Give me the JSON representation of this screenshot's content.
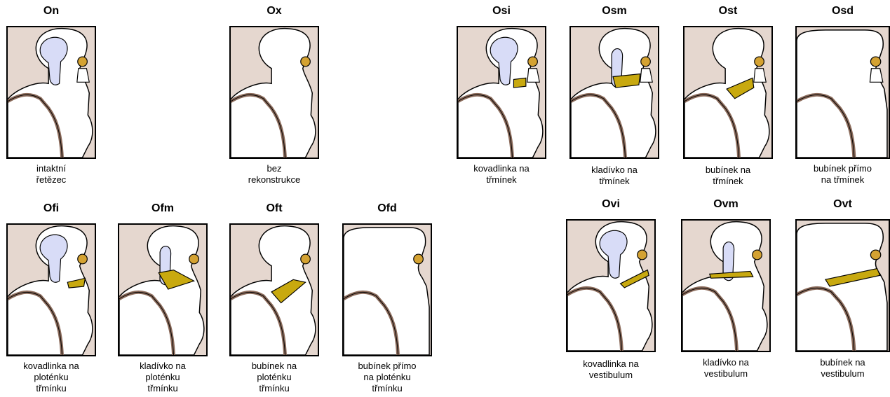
{
  "colors": {
    "tissue": "#e5d7cf",
    "bone_outline": "#8a6a5a",
    "ossicle": "#d8dcf7",
    "prosthesis": "#c8a90f",
    "stapes_head": "#d4a232"
  },
  "panels": [
    {
      "id": "On",
      "title": "On",
      "caption": [
        "intaktní",
        "řetězec"
      ]
    },
    {
      "id": "Ox",
      "title": "Ox",
      "caption": [
        "bez",
        "rekonstrukce"
      ]
    },
    {
      "id": "Osi",
      "title": "Osi",
      "caption": [
        "kovadlinka na",
        "třmínek"
      ]
    },
    {
      "id": "Osm",
      "title": "Osm",
      "caption": [
        "kladívko na",
        "třmínek"
      ]
    },
    {
      "id": "Ost",
      "title": "Ost",
      "caption": [
        "bubínek na",
        "třmínek"
      ]
    },
    {
      "id": "Osd",
      "title": "Osd",
      "caption": [
        "bubínek přímo",
        "na třmínek"
      ]
    },
    {
      "id": "Ofi",
      "title": "Ofi",
      "caption": [
        "kovadlinka na",
        "ploténku",
        "třmínku"
      ]
    },
    {
      "id": "Ofm",
      "title": "Ofm",
      "caption": [
        "kladívko na",
        "ploténku",
        "třmínku"
      ]
    },
    {
      "id": "Oft",
      "title": "Oft",
      "caption": [
        "bubínek na",
        "ploténku",
        "třmínku"
      ]
    },
    {
      "id": "Ofd",
      "title": "Ofd",
      "caption": [
        "bubínek přímo",
        "na ploténku",
        "třmínku"
      ]
    },
    {
      "id": "Ovi",
      "title": "Ovi",
      "caption": [
        "kovadlinka na",
        "vestibulum"
      ]
    },
    {
      "id": "Ovm",
      "title": "Ovm",
      "caption": [
        "kladívko na",
        "vestibulum"
      ]
    },
    {
      "id": "Ovt",
      "title": "Ovt",
      "caption": [
        "bubínek na",
        "vestibulum"
      ]
    }
  ]
}
